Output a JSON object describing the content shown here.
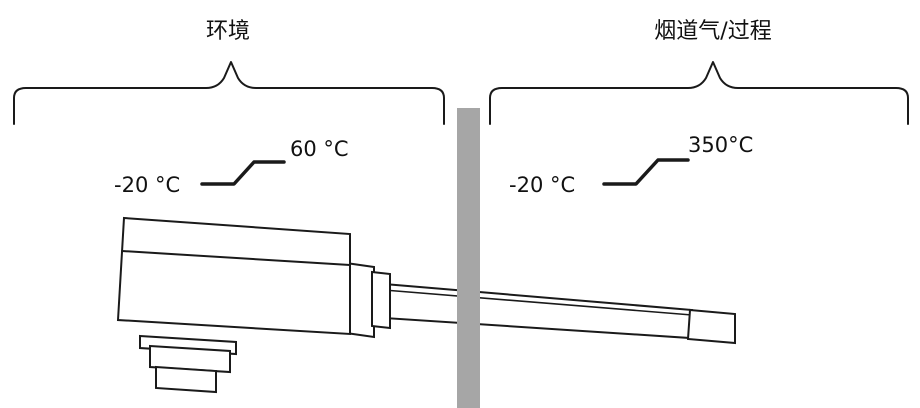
{
  "zones": {
    "ambient": {
      "title": "环境",
      "temp_low": "-20 °C",
      "temp_high": "60 °C"
    },
    "process": {
      "title": "烟道气/过程",
      "temp_low": "-20 °C",
      "temp_high": "350°C"
    }
  },
  "colors": {
    "wall": "#a6a6a6",
    "ink": "#1a1a1a",
    "background": "#ffffff"
  }
}
